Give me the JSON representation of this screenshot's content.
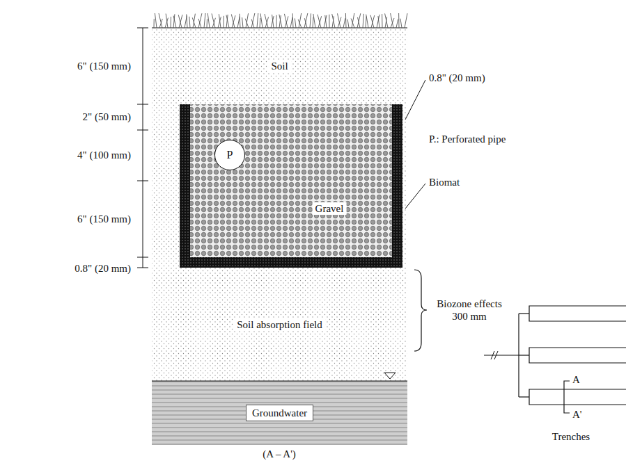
{
  "diagram": {
    "nodes": [
      {
        "text": [
          "Soil"
        ]
      },
      {
        "text": [
          "Gravel"
        ]
      },
      {
        "text": [
          "P"
        ],
        "in": 1
      },
      {
        "text": [
          "Soil absorption field"
        ]
      },
      {
        "text": [
          "Groundwater"
        ]
      }
    ],
    "labels": [
      "6\" (150 mm)",
      "2\" (50 mm)",
      "4\" (100 mm)",
      "6\" (150 mm)",
      "0.8\" (20 mm)",
      "0.8\" (20 mm)",
      "P.: Perforated pipe",
      "Biomat",
      "Biozone effects 300 mm",
      "(A – A')",
      "Trenches",
      "A",
      "A'"
    ]
  }
}
